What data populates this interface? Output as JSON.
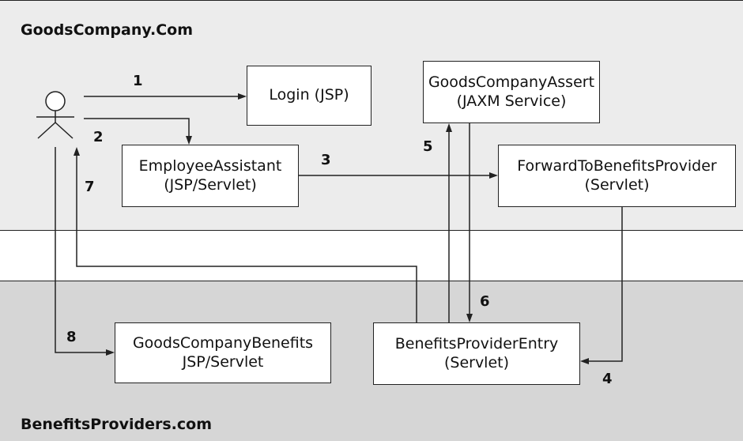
{
  "regions": {
    "top_title": "GoodsCompany.Com",
    "bottom_title": "BenefitsProviders.com"
  },
  "boxes": {
    "login": [
      "Login (JSP)"
    ],
    "assert": [
      "GoodsCompanyAssert",
      "(JAXM Service)"
    ],
    "employee": [
      "EmployeeAssistant",
      "(JSP/Servlet)"
    ],
    "forward": [
      "ForwardToBenefitsProvider",
      "(Servlet)"
    ],
    "benefits": [
      "GoodsCompanyBenefits",
      "JSP/Servlet"
    ],
    "entry": [
      "BenefitsProviderEntry",
      "(Servlet)"
    ]
  },
  "step_labels": {
    "s1": "1",
    "s2": "2",
    "s3": "3",
    "s4": "4",
    "s5": "5",
    "s6": "6",
    "s7": "7",
    "s8": "8"
  },
  "actor": {
    "icon": "stick-figure-user-icon"
  }
}
